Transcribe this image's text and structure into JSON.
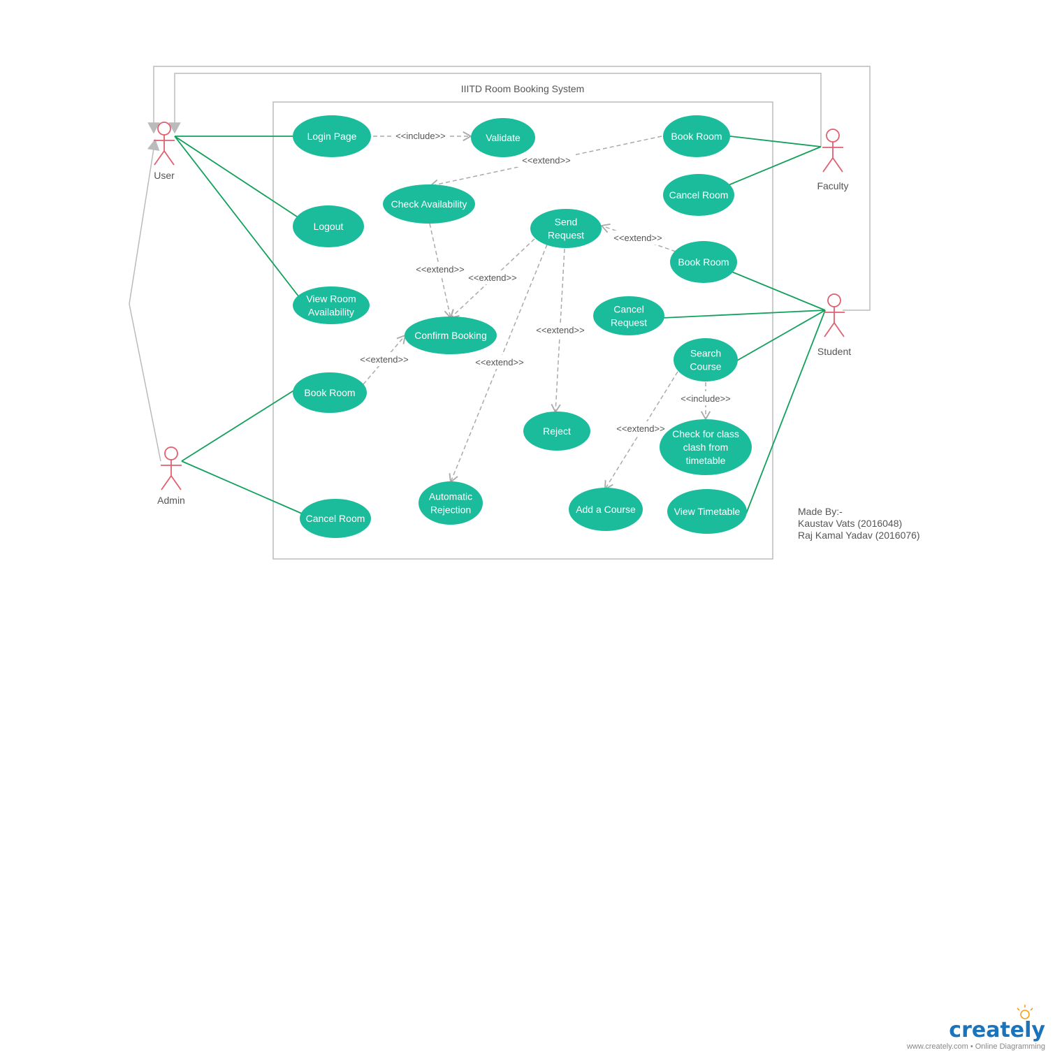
{
  "system_title": "IIITD Room Booking System",
  "actors": {
    "user": "User",
    "faculty": "Faculty",
    "student": "Student",
    "admin": "Admin"
  },
  "use_cases": {
    "login_page": [
      "Login Page"
    ],
    "validate": [
      "Validate"
    ],
    "book_room_faculty": [
      "Book Room"
    ],
    "cancel_room_faculty": [
      "Cancel Room"
    ],
    "check_availability": [
      "Check Availability"
    ],
    "logout": [
      "Logout"
    ],
    "send_request": [
      "Send",
      "Request"
    ],
    "book_room_student": [
      "Book Room"
    ],
    "view_room_availability": [
      "View Room",
      "Availability"
    ],
    "cancel_request": [
      "Cancel",
      "Request"
    ],
    "confirm_booking": [
      "Confirm Booking"
    ],
    "search_course": [
      "Search",
      "Course"
    ],
    "book_room_admin": [
      "Book Room"
    ],
    "reject": [
      "Reject"
    ],
    "check_clash": [
      "Check for class",
      "clash from",
      "timetable"
    ],
    "automatic_rejection": [
      "Automatic",
      "Rejection"
    ],
    "add_course": [
      "Add a Course"
    ],
    "view_timetable": [
      "View Timetable"
    ],
    "cancel_room_admin": [
      "Cancel Room"
    ]
  },
  "relationships": {
    "include_login_validate": "<<include>>",
    "extend_bookroom_checkavail": "<<extend>>",
    "extend_student_sendrequest": "<<extend>>",
    "extend_checkavail_confirm": "<<extend>>",
    "extend_sendrequest_confirm": "<<extend>>",
    "extend_sendrequest_reject": "<<extend>>",
    "extend_admin_confirm": "<<extend>>",
    "extend_sendrequest_autoreject": "<<extend>>",
    "include_search_clash": "<<include>>",
    "extend_search_addcourse": "<<extend>>"
  },
  "credits": {
    "line1": "Made By:-",
    "line2": "Kaustav Vats (2016048)",
    "line3": "Raj Kamal Yadav (2016076)"
  },
  "branding": {
    "logo": "creately",
    "tagline": "www.creately.com • Online Diagramming"
  },
  "colors": {
    "use_case_fill": "#1abc9c",
    "association": "#12a05c",
    "dependency": "#aaaaaa",
    "actor": "#e06070",
    "boundary": "#bbbbbb",
    "logo_blue": "#1b74bb",
    "logo_orange": "#f5a01a"
  }
}
